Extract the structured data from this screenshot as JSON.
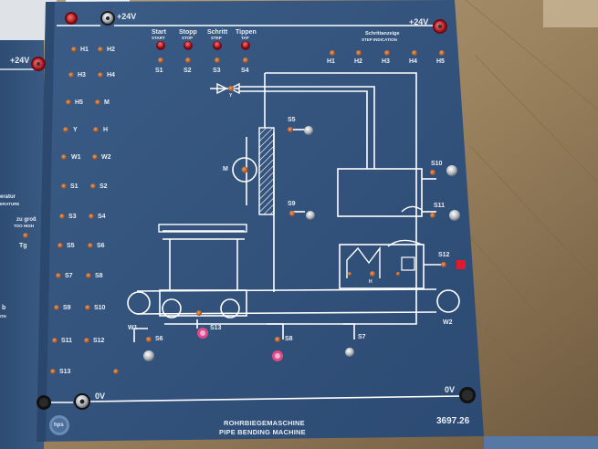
{
  "panel": {
    "voltage_top": "+24V",
    "voltage_top_right": "+24V",
    "voltage_left_panel": "+24V",
    "ground_label": "0V",
    "ground_label_right": "0V",
    "title_de": "ROHRBIEGEMASCHINE",
    "title_en": "PIPE BENDING MACHINE",
    "model_number": "3697.26",
    "logo_text": "hps"
  },
  "buttons": [
    {
      "name_de": "Start",
      "name_en": "START",
      "code": "S1"
    },
    {
      "name_de": "Stopp",
      "name_en": "STOP",
      "code": "S2"
    },
    {
      "name_de": "Schritt",
      "name_en": "STEP",
      "code": "S3"
    },
    {
      "name_de": "Tippen",
      "name_en": "TAP",
      "code": "S4"
    }
  ],
  "step_indication": {
    "title_de": "Schrittanzeige",
    "title_en": "STEP INDICATION",
    "leds": [
      "H1",
      "H2",
      "H3",
      "H4",
      "H5"
    ]
  },
  "left_terminals": [
    "H1",
    "H2",
    "H3",
    "H4",
    "H5",
    "M",
    "Y",
    "H",
    "W1",
    "W2",
    "S1",
    "S2",
    "S3",
    "S4",
    "S5",
    "S6",
    "S7",
    "S8",
    "S9",
    "S10",
    "S11",
    "S12",
    "S13"
  ],
  "diagram_labels": {
    "valve": "Y",
    "motor": "M",
    "heater": "H",
    "switch_s5": "S5",
    "switch_s9": "S9",
    "switch_s10": "S10",
    "switch_s11": "S11",
    "switch_s12": "S12",
    "switch_s6": "S6",
    "switch_s7": "S7",
    "switch_s8": "S8",
    "switch_s13": "S13",
    "w1": "W1",
    "w2": "W2"
  },
  "left_panel_fragments": {
    "word1": "eratur",
    "word2": "ERATURE",
    "word3": "zu groß",
    "word4": "TOO HIGH",
    "tg": "Tg",
    "b": "b",
    "on": "ON"
  }
}
